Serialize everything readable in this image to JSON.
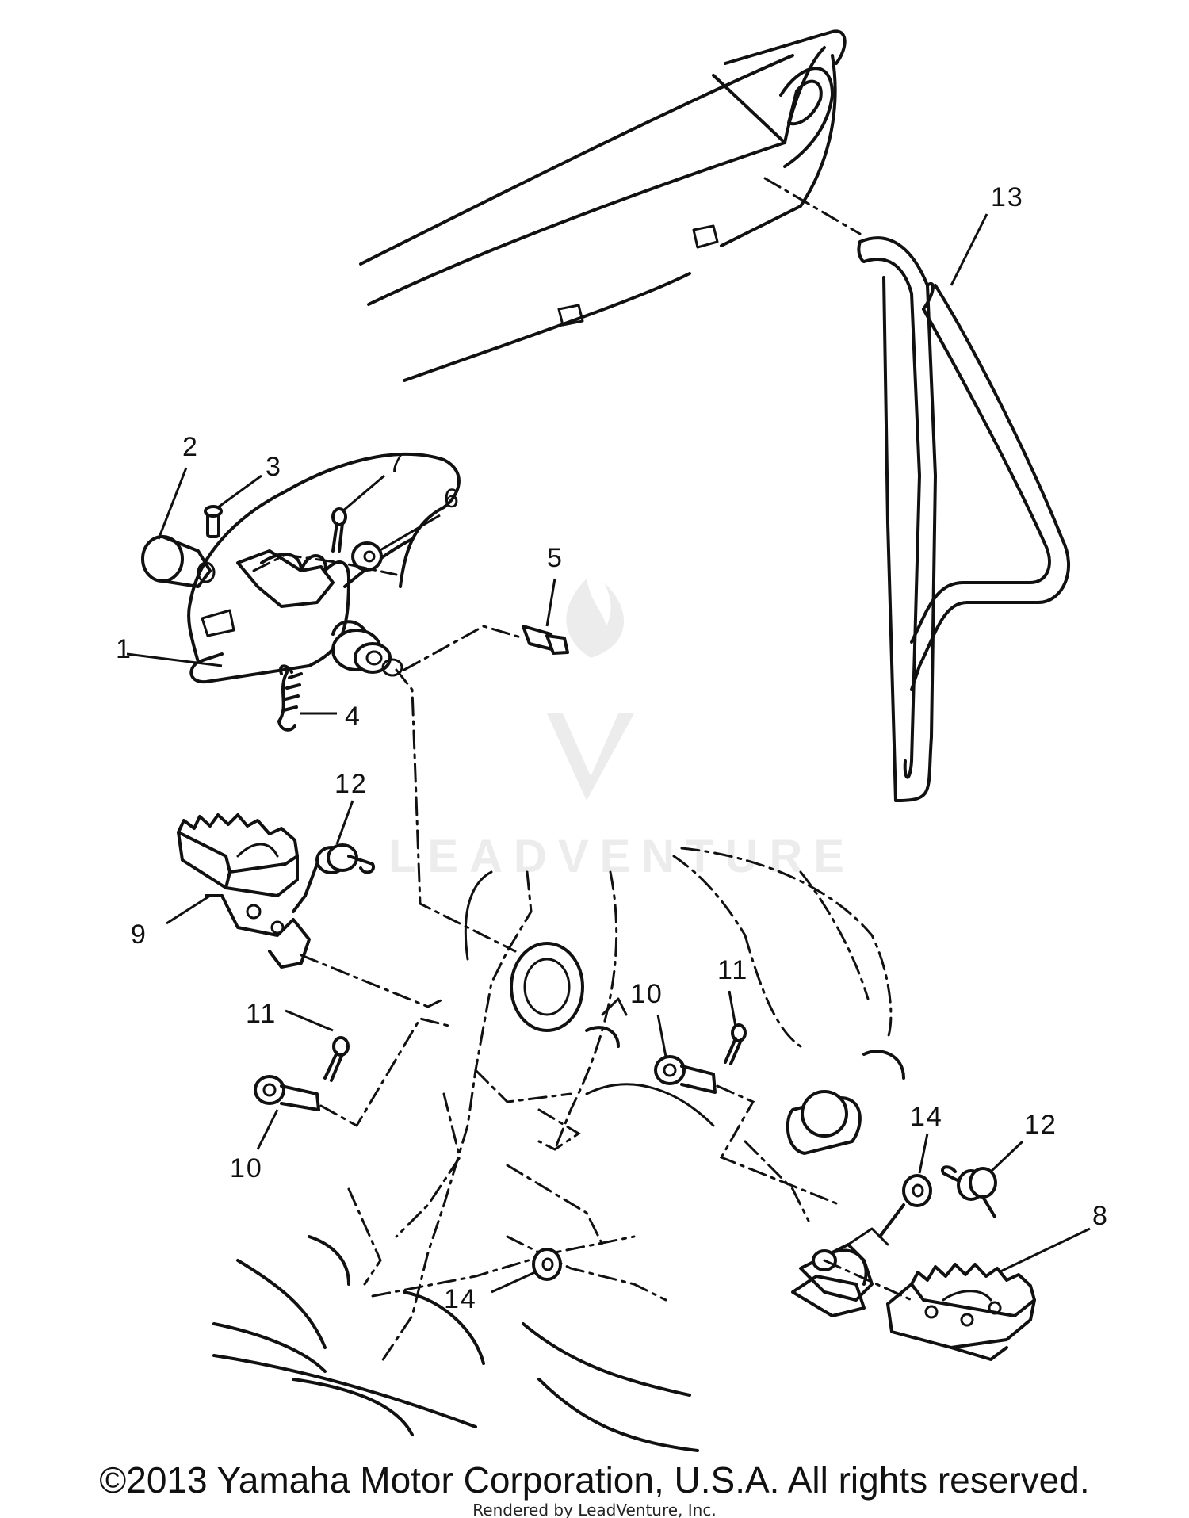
{
  "diagram": {
    "callouts": [
      {
        "id": "c1",
        "label": "1"
      },
      {
        "id": "c2",
        "label": "2"
      },
      {
        "id": "c3",
        "label": "3"
      },
      {
        "id": "c4",
        "label": "4"
      },
      {
        "id": "c5",
        "label": "5"
      },
      {
        "id": "c6",
        "label": "6"
      },
      {
        "id": "c7",
        "label": "7"
      },
      {
        "id": "c8",
        "label": "8"
      },
      {
        "id": "c9",
        "label": "9"
      },
      {
        "id": "c10a",
        "label": "10"
      },
      {
        "id": "c10b",
        "label": "10"
      },
      {
        "id": "c11a",
        "label": "11"
      },
      {
        "id": "c11b",
        "label": "11"
      },
      {
        "id": "c12a",
        "label": "12"
      },
      {
        "id": "c12b",
        "label": "12"
      },
      {
        "id": "c13",
        "label": "13"
      },
      {
        "id": "c14a",
        "label": "14"
      },
      {
        "id": "c14b",
        "label": "14"
      }
    ]
  },
  "watermark": {
    "text": "LEADVENTURE"
  },
  "footer": {
    "copyright": "©2013 Yamaha Motor Corporation, U.S.A. All rights reserved.",
    "rendered_by": "Rendered by LeadVenture, Inc."
  }
}
